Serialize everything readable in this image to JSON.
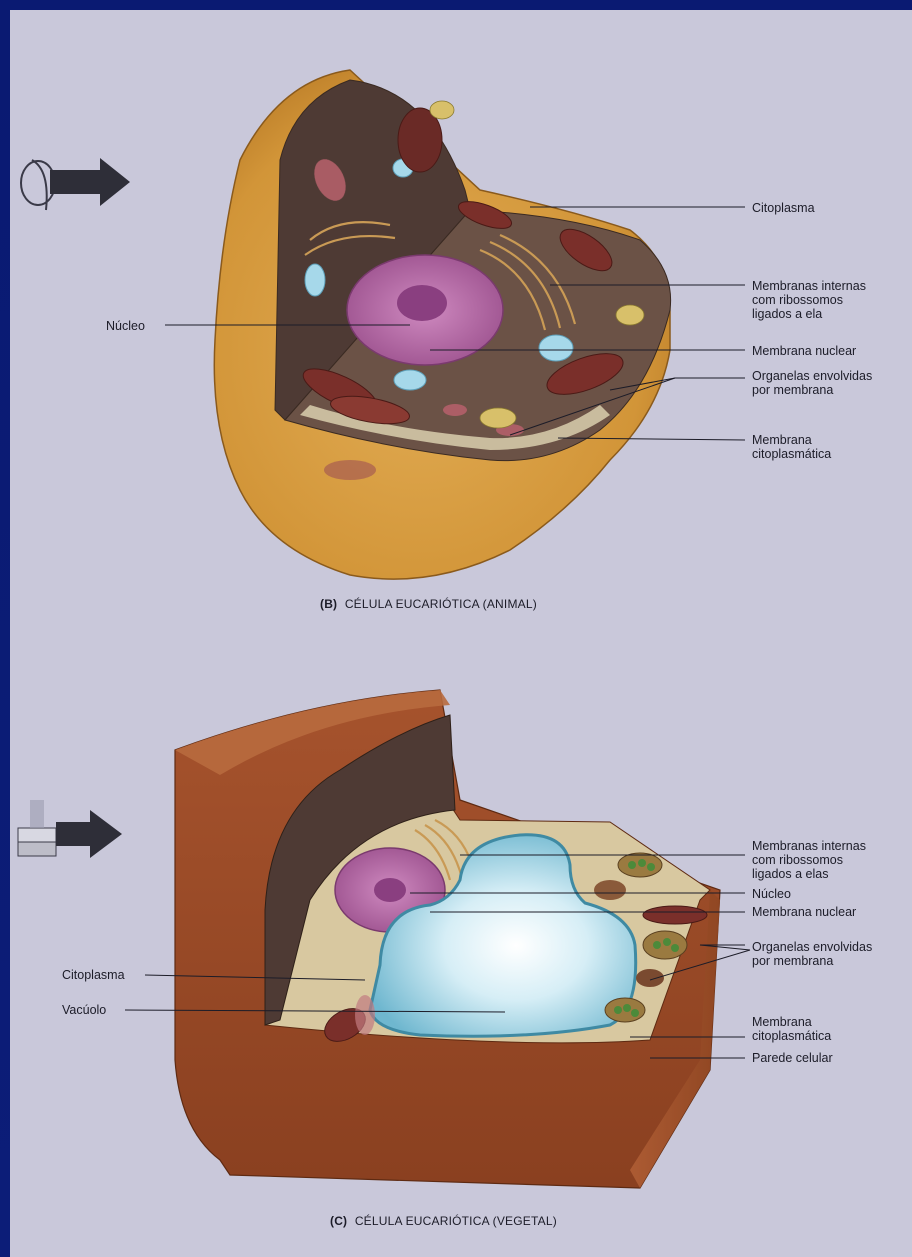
{
  "figure_b": {
    "caption_prefix": "(B)",
    "caption_text": "CÉLULA EUCARIÓTICA (ANIMAL)",
    "labels": {
      "citoplasma": "Citoplasma",
      "membranas_internas": [
        "Membranas internas",
        "com ribossomos",
        "ligados a ela"
      ],
      "membrana_nuclear": "Membrana nuclear",
      "organelas": [
        "Organelas envolvidas",
        "por membrana"
      ],
      "membrana_citoplasmatica": [
        "Membrana",
        "citoplasmática"
      ],
      "nucleo": "Núcleo"
    }
  },
  "figure_c": {
    "caption_prefix": "(C)",
    "caption_text": "CÉLULA EUCARIÓTICA (VEGETAL)",
    "labels": {
      "membranas_internas": [
        "Membranas internas",
        "com ribossomos",
        "ligados a elas"
      ],
      "nucleo": "Núcleo",
      "membrana_nuclear": "Membrana nuclear",
      "organelas": [
        "Organelas envolvidas",
        "por membrana"
      ],
      "membrana_citoplasmatica": [
        "Membrana",
        "citoplasmática"
      ],
      "parede_celular": "Parede celular",
      "citoplasma": "Citoplasma",
      "vacuolo": "Vacúolo"
    }
  },
  "colors": {
    "background": "#0b1a6e",
    "page": "#c9c8da",
    "animal_cell_outer": "#d49a3f",
    "animal_cell_interior": "#6b4a3a",
    "nucleus": "#b86ea8",
    "plant_wall": "#a6522c",
    "vacuole": "#86c8dc",
    "chloroplast": "#4c8a3a",
    "mitochondrion": "#7a2f2a"
  }
}
